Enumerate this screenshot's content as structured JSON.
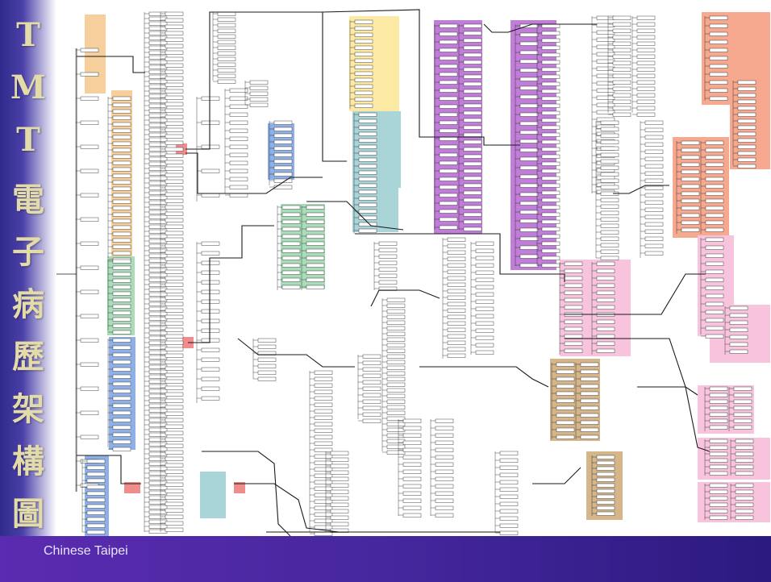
{
  "title_chars": [
    "T",
    "M",
    "T",
    "電",
    "子",
    "病",
    "歷",
    "架",
    "構",
    "圖"
  ],
  "root_node_label": "",
  "footer": {
    "text": "Chinese Taipei"
  },
  "credit": "",
  "colors": {
    "peach": "#f7cf9c",
    "yellow": "#fbe9a4",
    "blue": "#8fb0e6",
    "teal": "#a9d4d8",
    "green": "#a9dcb9",
    "purple": "#c07ed8",
    "pink": "#f7c3dd",
    "salmon": "#f7a98f",
    "tan": "#d5b58a",
    "red": "#ef8d8d",
    "node": "#ffffff",
    "line": "#1a1a1a"
  }
}
